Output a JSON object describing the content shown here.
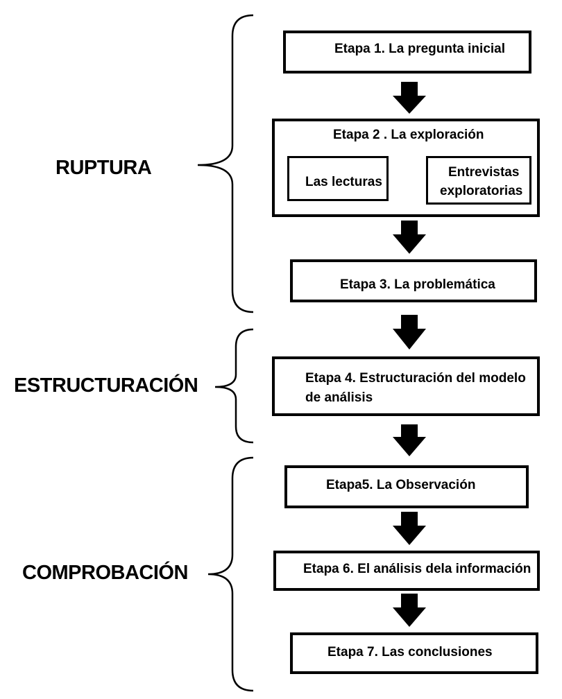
{
  "phases": {
    "ruptura": "RUPTURA",
    "estructuracion": "ESTRUCTURACIÓN",
    "comprobacion": "COMPROBACIÓN"
  },
  "stages": {
    "stage1": "Etapa 1.  La pregunta inicial",
    "stage2": "Etapa 2 . La exploración",
    "stage2_readings": "Las lecturas",
    "stage2_interviews_line1": "Entrevistas",
    "stage2_interviews_line2": "exploratorias",
    "stage3": "Etapa 3. La problemática",
    "stage4_line1": "Etapa 4. Estructuración del modelo",
    "stage4_line2": "de análisis",
    "stage5": "Etapa5.   La Observación",
    "stage6": "Etapa 6. El análisis dela información",
    "stage7": "Etapa 7. Las conclusiones"
  },
  "colors": {
    "stroke": "#000000",
    "background": "#ffffff"
  }
}
